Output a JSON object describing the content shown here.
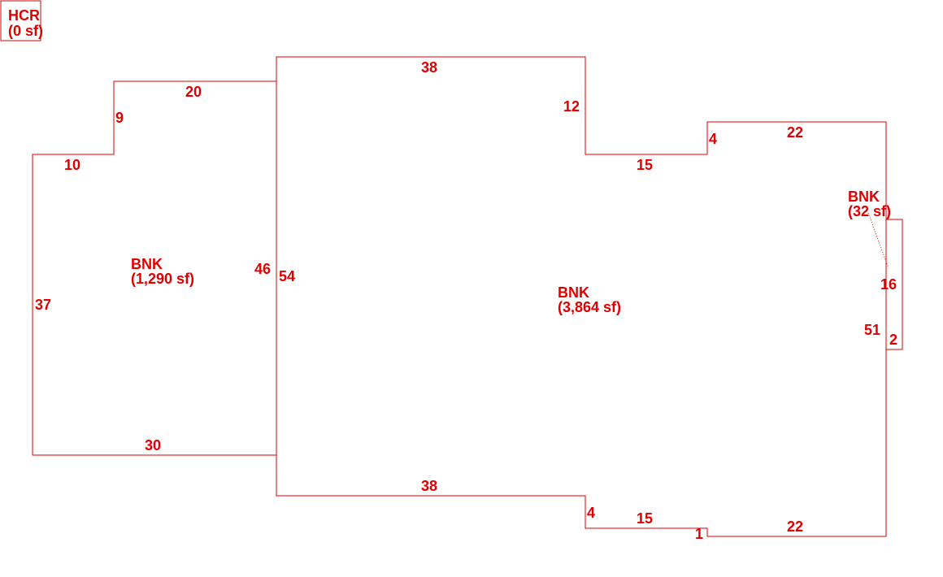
{
  "colors": {
    "line": "#e00000",
    "label": "#e00000",
    "background": "#ffffff"
  },
  "areas": {
    "hcr": {
      "code": "HCR",
      "size": "(0 sf)"
    },
    "bnk_left": {
      "code": "BNK",
      "size": "(1,290 sf)"
    },
    "bnk_main": {
      "code": "BNK",
      "size": "(3,864 sf)"
    },
    "bnk_small": {
      "code": "BNK",
      "size": "(32 sf)"
    }
  },
  "dimensions": {
    "left_top": "20",
    "left_step_vertical": "9",
    "left_step_horizontal": "10",
    "left_side": "37",
    "left_bottom": "30",
    "left_right_side": "46",
    "main_left_side": "54",
    "main_top": "38",
    "main_notch_vertical": "12",
    "main_notch_horizontal": "15",
    "main_right_step": "4",
    "main_right_top": "22",
    "main_right_side": "51",
    "main_bottom": "38",
    "main_bottom_step": "4",
    "main_bottom_middle": "15",
    "main_bottom_small_step": "1",
    "main_bottom_right": "22",
    "small_side": "16",
    "small_width": "2"
  }
}
